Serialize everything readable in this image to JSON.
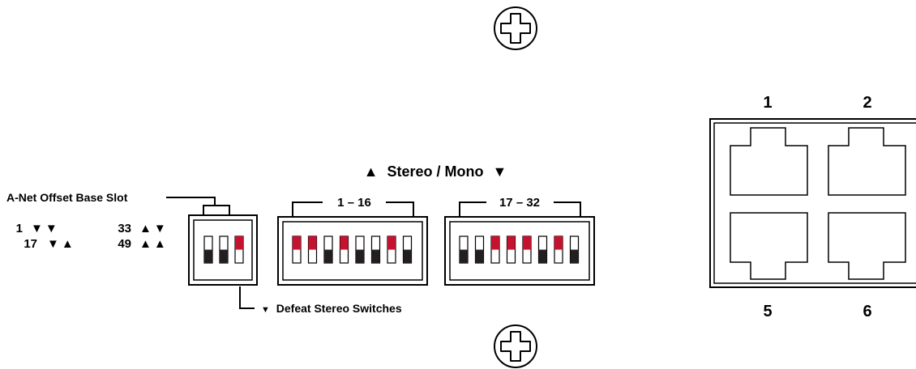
{
  "title": {
    "up_symbol": "▲",
    "text": "Stereo / Mono",
    "down_symbol": "▼"
  },
  "offset": {
    "label": "A-Net Offset Base Slot",
    "legend": [
      {
        "slot": "1",
        "symbols": "▼▼"
      },
      {
        "slot": "17",
        "symbols": "▼▲"
      },
      {
        "slot": "33",
        "symbols": "▲▼"
      },
      {
        "slot": "49",
        "symbols": "▲▲"
      }
    ],
    "switch_states": [
      "down",
      "down",
      "up"
    ]
  },
  "defeat": {
    "symbol": "▼",
    "label": "Defeat Stereo Switches"
  },
  "bank1": {
    "label": "1 – 16",
    "switch_states": [
      "up",
      "up",
      "down",
      "up",
      "down",
      "down",
      "up",
      "down"
    ]
  },
  "bank2": {
    "label": "17 – 32",
    "switch_states": [
      "down",
      "down",
      "up",
      "up",
      "up",
      "down",
      "up",
      "down"
    ]
  },
  "ports": {
    "top_labels": [
      "1",
      "2"
    ],
    "bottom_labels": [
      "5",
      "6"
    ]
  },
  "colors": {
    "switch_up": "#c4122f",
    "switch_down": "#231f20",
    "outline": "#000000"
  },
  "icons": [
    "screw-top-icon",
    "screw-bottom-icon"
  ]
}
